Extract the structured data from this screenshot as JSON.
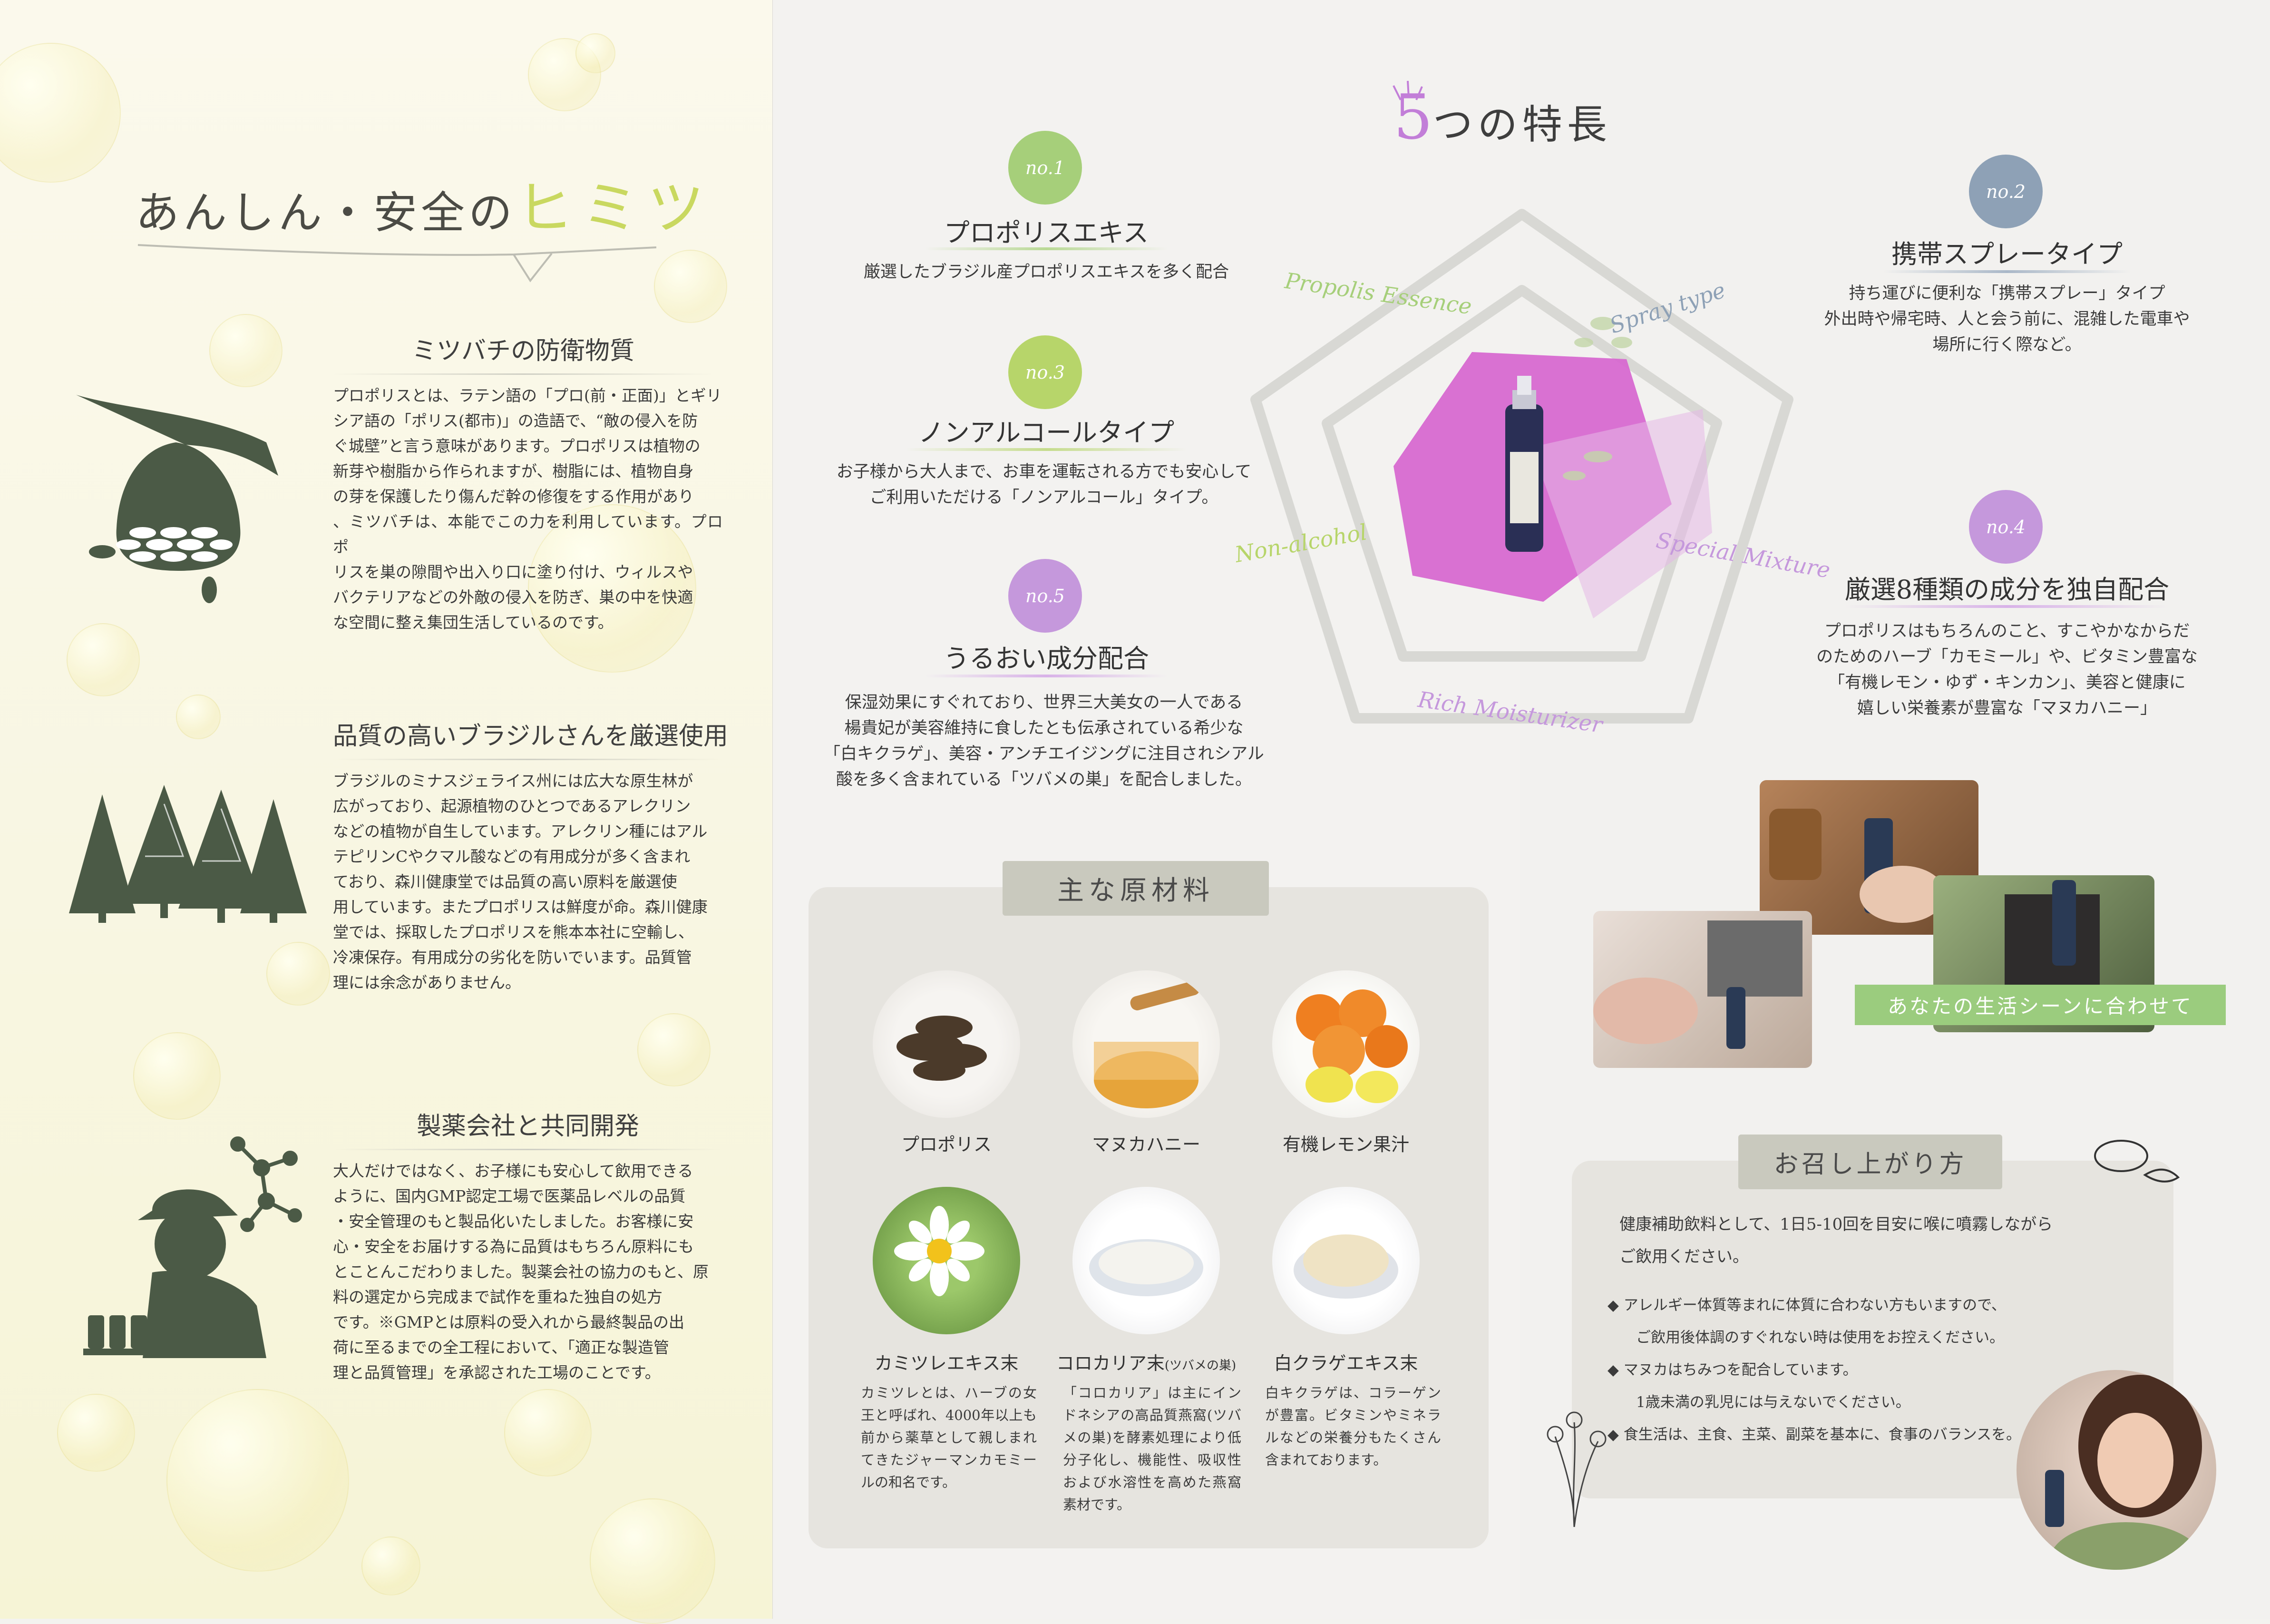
{
  "left": {
    "title_main": "あんしん・安全の",
    "title_accent": "ヒミツ",
    "sections": [
      {
        "title": "ミツバチの防衛物質",
        "icon": "beehive-icon",
        "lines": [
          "プロポリスとは、ラテン語の「プロ(前・正面)」とギリ",
          "シア語の「ポリス(都市)」の造語で、“敵の侵入を防",
          "ぐ城壁”と言う意味があります。プロポリスは植物の",
          "新芽や樹脂から作られますが、樹脂には、植物自身",
          "の芽を保護したり傷んだ幹の修復をする作用があり",
          "、ミツバチは、本能でこの力を利用しています。プロポ",
          "リスを巣の隙間や出入り口に塗り付け、ウィルスや",
          "バクテリアなどの外敵の侵入を防ぎ、巣の中を快適",
          "な空間に整え集団生活しているのです。"
        ]
      },
      {
        "title": "品質の高いブラジルさんを厳選使用",
        "icon": "forest-icon",
        "lines": [
          "ブラジルのミナスジェライス州には広大な原生林が",
          "広がっており、起源植物のひとつであるアレクリン",
          "などの植物が自生しています。アレクリン種にはアル",
          "テピリンCやクマル酸などの有用成分が多く含まれ",
          "ており、森川健康堂では品質の高い原料を厳選使",
          "用しています。またプロポリスは鮮度が命。森川健康",
          "堂では、採取したプロポリスを熊本本社に空輸し、",
          "冷凍保存。有用成分の劣化を防いでいます。品質管",
          "理には余念がありません。"
        ]
      },
      {
        "title": "製薬会社と共同開発",
        "icon": "scientist-icon",
        "lines": [
          "大人だけではなく、お子様にも安心して飲用できる",
          "ように、国内GMP認定工場で医薬品レベルの品質",
          "・安全管理のもと製品化いたしました。お客様に安",
          "心・安全をお届けする為に品質はもちろん原料にも",
          "とことんこだわりました。製薬会社の協力のもと、原",
          "料の選定から完成まで試作を重ねた独自の処方",
          "です。※GMPとは原料の受入れから最終製品の出",
          "荷に至るまでの全工程において、「適正な製造管",
          "理と品質管理」を承認された工場のことです。"
        ]
      }
    ]
  },
  "features": {
    "title_num": "5",
    "title_text": "つの特長",
    "items": [
      {
        "badge": "no.1",
        "title": "プロポリスエキス",
        "lines": [
          "厳選したブラジル産プロポリスエキスを多く配合"
        ],
        "color": "#a6cf7a"
      },
      {
        "badge": "no.2",
        "title": "携帯スプレータイプ",
        "lines": [
          "持ち運びに便利な「携帯スプレー」タイプ",
          "外出時や帰宅時、人と会う前に、混雑した電車や",
          "場所に行く際など。"
        ],
        "color": "#8ea1b6"
      },
      {
        "badge": "no.3",
        "title": "ノンアルコールタイプ",
        "lines": [
          "お子様から大人まで、お車を運転される方でも安心して",
          "ご利用いただける「ノンアルコール」タイプ。"
        ],
        "color": "#b7d56a"
      },
      {
        "badge": "no.4",
        "title": "厳選8種類の成分を独自配合",
        "lines": [
          "プロポリスはもちろんのこと、すこやかなからだ",
          "のためのハーブ「カモミール」や、ビタミン豊富な",
          "「有機レモン・ゆず・キンカン」、美容と健康に",
          "嬉しい栄養素が豊富な「マヌカハニー」"
        ],
        "color": "#c598dc"
      },
      {
        "badge": "no.5",
        "title": "うるおい成分配合",
        "lines": [
          "保湿効果にすぐれており、世界三大美女の一人である",
          "楊貴妃が美容維持に食したとも伝承されている希少な",
          "「白キクラゲ」、美容・アンチエイジングに注目されシアル",
          "酸を多く含まれている「ツバメの巣」を配合しました。"
        ],
        "color": "#c598dc"
      }
    ],
    "scripts": {
      "propolis": "Propolis Essence",
      "spray": "Spray type",
      "nonalcohol": "Non-alcohol",
      "special": "Special Mixture",
      "rich": "Rich Moisturizer"
    },
    "colors": {
      "green": "#a6cf7a",
      "blue": "#8ea1b6",
      "lime": "#b7d56a",
      "purple": "#c598dc",
      "magenta": "#d766cf"
    }
  },
  "ingredients": {
    "label": "主な原材料",
    "items": [
      {
        "name": "プロポリス",
        "icon": "propolis-photo"
      },
      {
        "name": "マヌカハニー",
        "icon": "honey-photo"
      },
      {
        "name": "有機レモン果汁",
        "icon": "citrus-photo"
      },
      {
        "name": "カミツレエキス末",
        "icon": "chamomile-photo",
        "desc": "カミツレとは、ハーブの女王と呼ばれ、4000年以上も前から薬草として親しまれてきたジャーマンカモミールの和名です。"
      },
      {
        "name": "コロカリア末",
        "name_small": "(ツバメの巣)",
        "icon": "swiftlet-nest-photo",
        "desc": "「コロカリア」は主にインドネシアの高品質燕窩(ツバメの巣)を酵素処理により低分子化し、機能性、吸収性および水溶性を高めた燕窩素材です。"
      },
      {
        "name": "白クラゲエキス末",
        "icon": "white-jelly-photo",
        "desc": "白キクラゲは、コラーゲンが豊富。ビタミンやミネラルなどの栄養分もたくさん含まれております。"
      }
    ]
  },
  "lifestyle": {
    "caption": "あなたの生活シーンに合わせて"
  },
  "howto": {
    "label": "お召し上がり方",
    "intro": [
      "健康補助飲料として、1日5-10回を目安に喉に噴霧しながら",
      "ご飲用ください。"
    ],
    "bullets": [
      [
        "アレルギー体質等まれに体質に合わない方もいますので、",
        "ご飲用後体調のすぐれない時は使用をお控えください。"
      ],
      [
        "マヌカはちみつを配合しています。",
        "1歳未満の乳児には与えないでください。"
      ],
      [
        "食生活は、主食、主菜、副菜を基本に、食事のバランスを。"
      ]
    ],
    "bullet_mark": "◆"
  }
}
